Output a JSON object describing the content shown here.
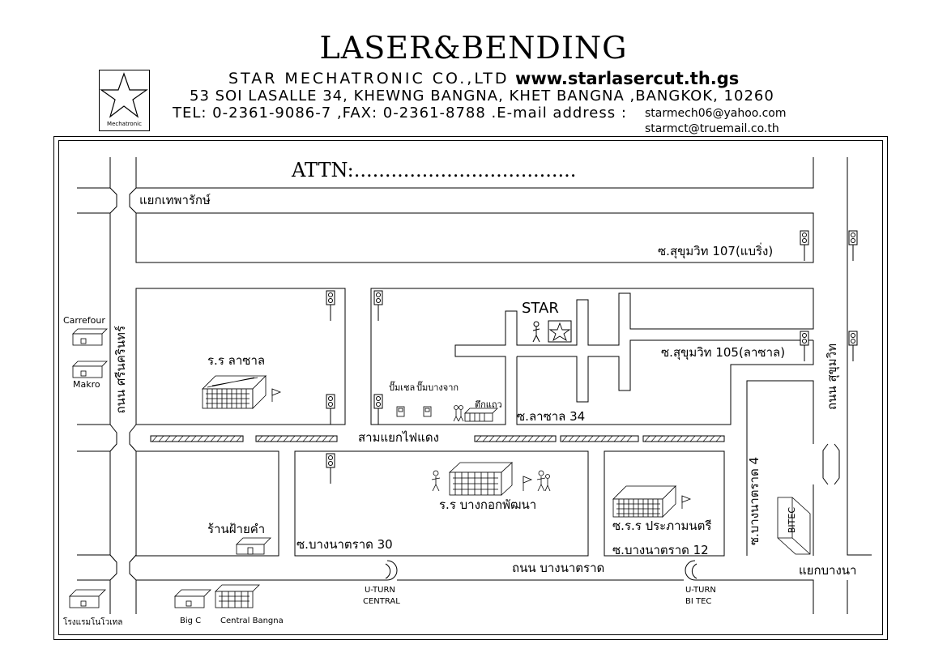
{
  "header": {
    "title": "LASER&BENDING",
    "company": "STAR MECHATRONIC CO.,LTD",
    "website": "www.starlasercut.th.gs",
    "address": "53 SOI LASALLE 34, KHEWNG BANGNA, KHET BANGNA ,BANGKOK, 10260",
    "contact": "TEL: 0-2361-9086-7 ,FAX: 0-2361-8788 .E-mail address :",
    "email_1": "starmech06@yahoo.com",
    "email_2": "starmct@truemail.co.th",
    "logo_text": "Mechatronic"
  },
  "map": {
    "attn": "ATTN:....................................",
    "labels": {
      "thepharak_junction": "แยกเทพารักษ์",
      "soi_107": "ซ.สุขุมวิท 107(แบริ่ง)",
      "soi_105": "ซ.สุขุมวิท 105(ลาซาล)",
      "school_lasalle": "ร.ร ลาซาล",
      "star": "STAR",
      "gas_station_shell": "ปั๊มเชล",
      "gas_station_bangchak": "ปั๊มบางจาก",
      "shophouse": "ตึกแถว",
      "soi_lasalle_34": "ซ.ลาซาล 34",
      "samyaek_lights": "สามแยกไฟแดง",
      "srinakarin_road": "ถนน ศรีนครินทร์",
      "sukhumvit_road": "ถนน สุขุมวิท",
      "carrefour": "Carrefour",
      "makro": "Makro",
      "school_bangkok_pattana": "ร.ร บางกอกพัฒนา",
      "gold_shop": "ร้านฝ้ายคำ",
      "soi_bangna_trad_30": "ซ.บางนาตราด 30",
      "school_prapa": "ซ.ร.ร ประภามนตรี",
      "soi_bangna_trad_12": "ซ.บางนาตราด 12",
      "soi_bangna_trad_4": "ซ.บางนาตราด 4",
      "bitec": "BITEC",
      "bangna_trad_road": "ถนน บางนาตราด",
      "bangna_junction": "แยกบางนา",
      "uturn_central_1": "U-TURN",
      "uturn_central_2": "CENTRAL",
      "uturn_bitec_1": "U-TURN",
      "uturn_bitec_2": "BI TEC",
      "hospital": "โรงแรมโนโวเทล",
      "big_c": "Big C",
      "central_bangna": "Central Bangna"
    }
  }
}
